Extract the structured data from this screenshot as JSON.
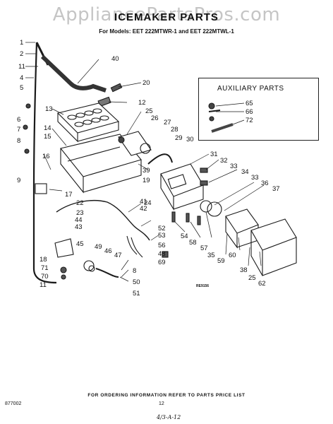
{
  "watermark": "AppliancePartsPros.com",
  "title": "ICEMAKER PARTS",
  "subtitle": "For Models: EET 222MTWR-1  and  EET 222MTWL-1",
  "auxiliary": {
    "title": "AUXILIARY PARTS",
    "callouts": [
      "65",
      "66",
      "72"
    ]
  },
  "callouts": [
    "1",
    "2",
    "11",
    "4",
    "5",
    "6",
    "7",
    "8",
    "9",
    "40",
    "20",
    "12",
    "13",
    "25",
    "26",
    "27",
    "28",
    "29",
    "30",
    "14",
    "15",
    "16",
    "17",
    "39",
    "19",
    "31",
    "32",
    "33",
    "34",
    "33",
    "36",
    "37",
    "41",
    "42",
    "24",
    "22",
    "23",
    "44",
    "43",
    "45",
    "49",
    "46",
    "47",
    "52",
    "53",
    "56",
    "48",
    "69",
    "54",
    "58",
    "57",
    "35",
    "59",
    "60",
    "38",
    "25",
    "62",
    "18",
    "71",
    "70",
    "11",
    "8",
    "50",
    "51"
  ],
  "ref_code": "RE9156",
  "footer": {
    "note": "FOR ORDERING INFORMATION REFER TO PARTS PRICE LIST",
    "code": "877002",
    "page": "12",
    "handwritten": "4/3-A-12"
  }
}
